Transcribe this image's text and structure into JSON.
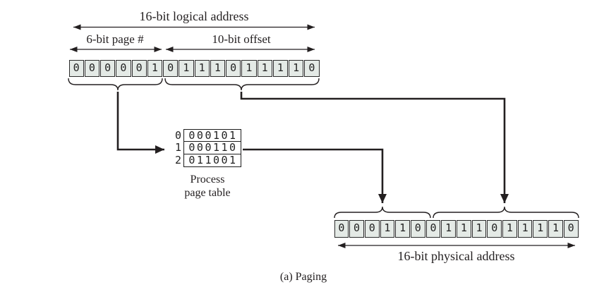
{
  "diagram": {
    "caption": "(a) Paging",
    "logical_address": {
      "label": "16-bit logical address",
      "page_label": "6-bit page #",
      "offset_label": "10-bit offset",
      "bits": [
        "0",
        "0",
        "0",
        "0",
        "0",
        "1",
        "0",
        "1",
        "1",
        "1",
        "0",
        "1",
        "1",
        "1",
        "1",
        "0"
      ]
    },
    "page_table": {
      "label": "Process\npage table",
      "rows": [
        {
          "index": "0",
          "value": "000101"
        },
        {
          "index": "1",
          "value": "000110"
        },
        {
          "index": "2",
          "value": "011001"
        }
      ]
    },
    "physical_address": {
      "label": "16-bit physical address",
      "bits": [
        "0",
        "0",
        "0",
        "1",
        "1",
        "0",
        "0",
        "1",
        "1",
        "1",
        "0",
        "1",
        "1",
        "1",
        "1",
        "0"
      ]
    },
    "colors": {
      "cell_fill": "#e4eae6",
      "line": "#231f20"
    }
  }
}
